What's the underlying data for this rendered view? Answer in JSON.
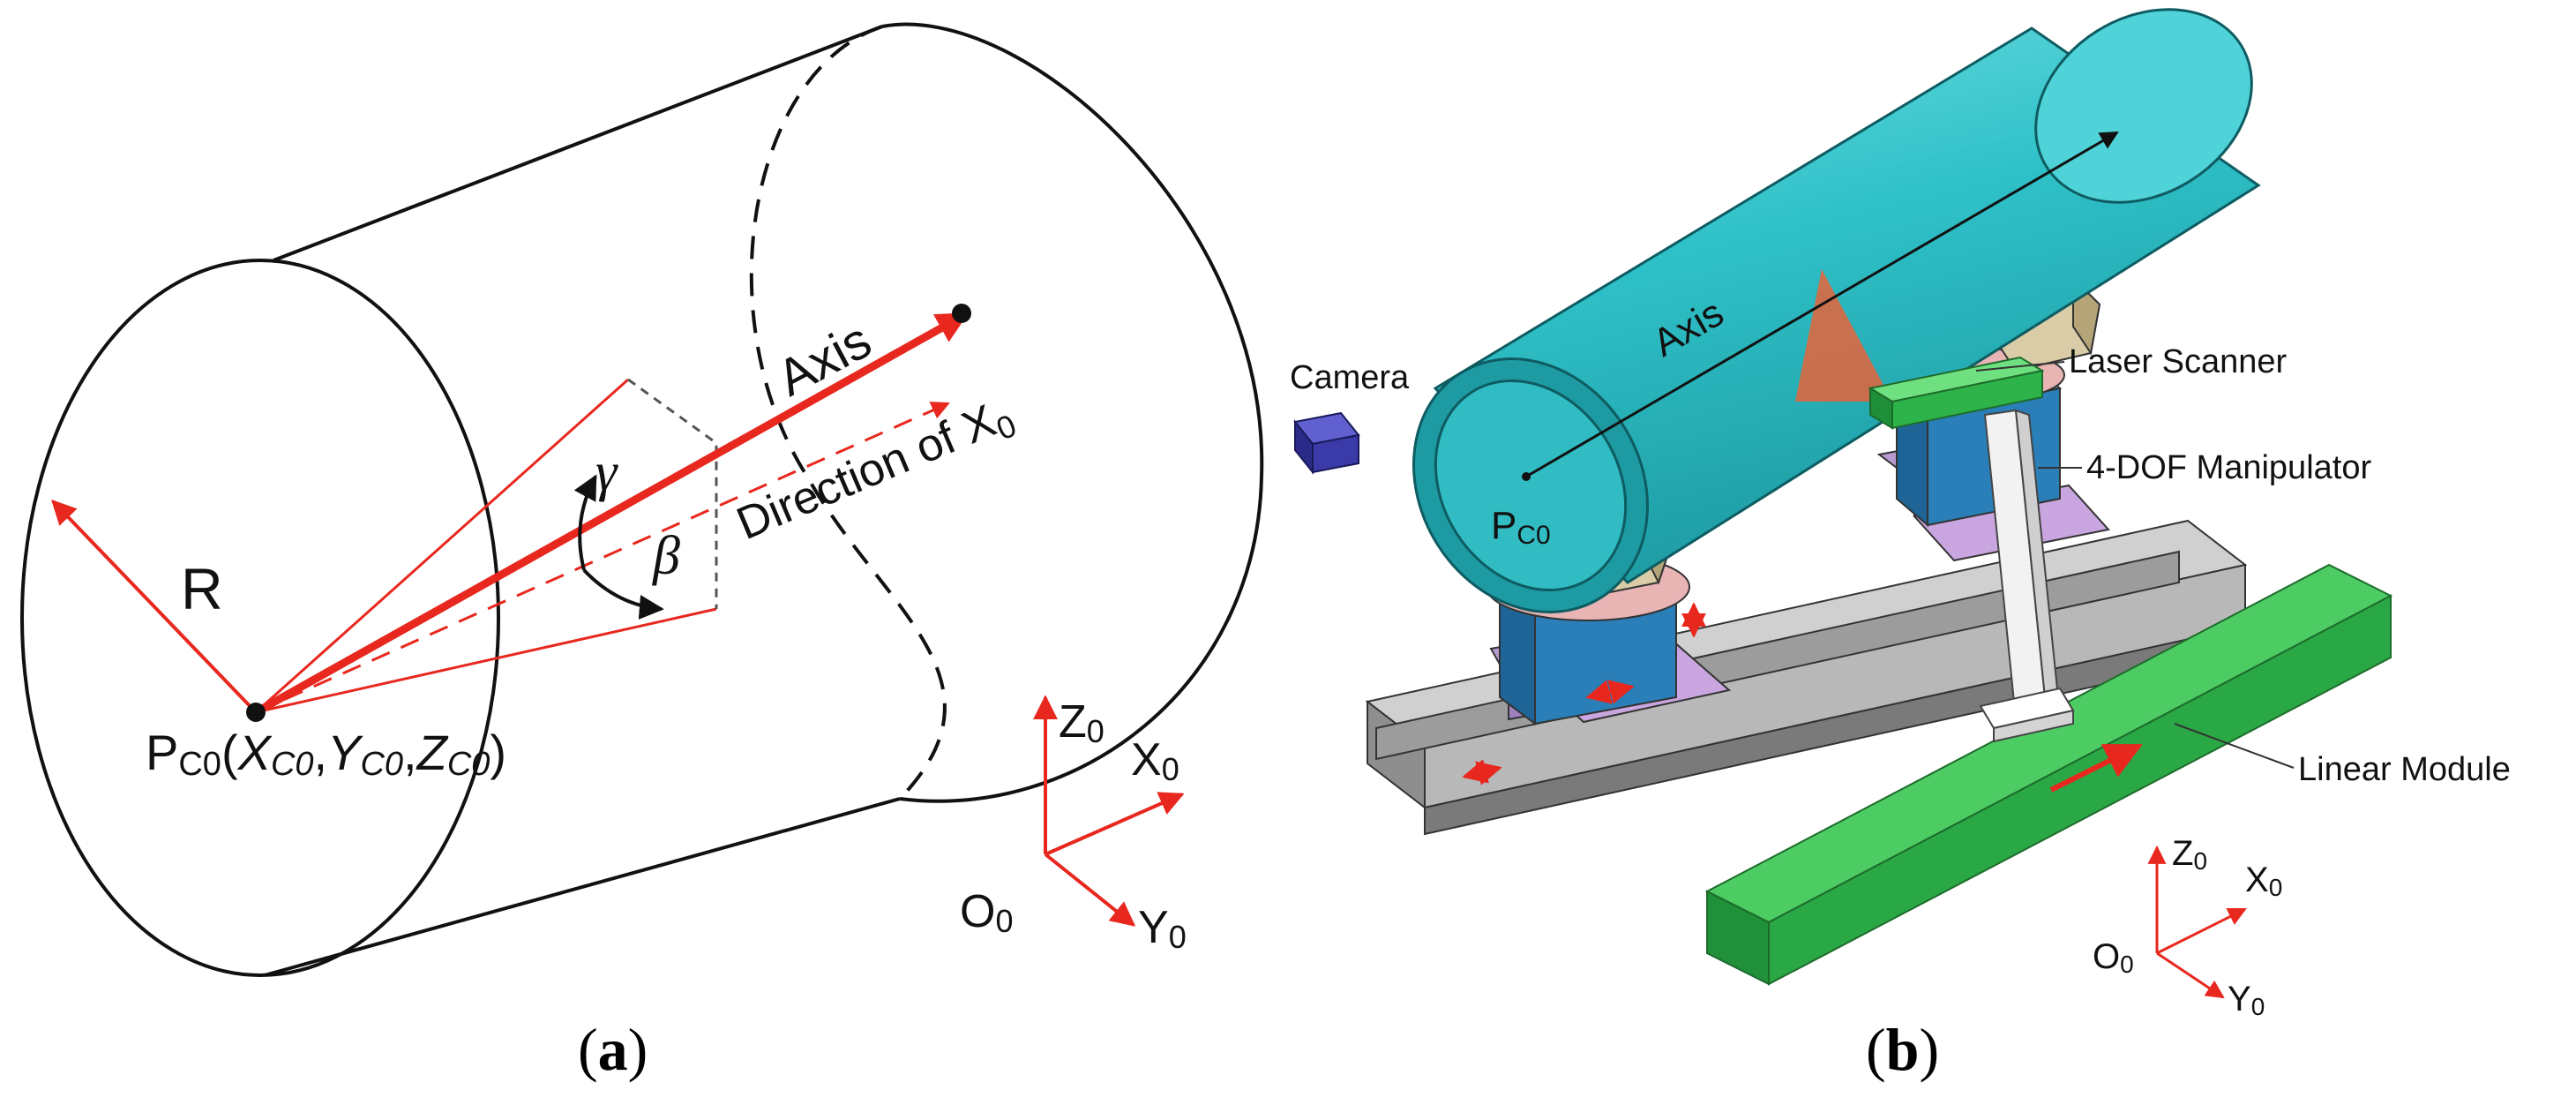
{
  "panel_a": {
    "caption_open": "(",
    "caption_letter": "a",
    "caption_close": ")",
    "label_radius": "R",
    "label_axis": "Axis",
    "label_direction": "Direction of X",
    "label_direction_sub": "0",
    "label_gamma": "γ",
    "label_beta": "β",
    "point": {
      "name": "P",
      "name_sub": "C0",
      "open": "(",
      "x": "X",
      "x_sub": "C0",
      "comma1": ",",
      "y": "Y",
      "y_sub": "C0",
      "comma2": ",",
      "z": "Z",
      "z_sub": "C0",
      "close": ")"
    },
    "frame": {
      "z": "Z",
      "x": "X",
      "y": "Y",
      "o": "O",
      "sub": "0"
    }
  },
  "panel_b": {
    "caption_open": "(",
    "caption_letter": "b",
    "caption_close": ")",
    "label_camera": "Camera",
    "label_axis": "Axis",
    "label_point": "P",
    "label_point_sub": "C0",
    "label_laser_scanner": "Laser Scanner",
    "label_manipulator": "4-DOF Manipulator",
    "label_linear_module": "Linear Module",
    "frame": {
      "z": "Z",
      "x": "X",
      "y": "Y",
      "o": "O",
      "sub": "0"
    }
  },
  "colors": {
    "red": "#e8281e",
    "pipe_cyan": "#2ec2c8",
    "green": "#2db34a",
    "rail_gray": "#a9a9a9",
    "base_blue": "#2a7fb8",
    "purple": "#c49ad6",
    "pink": "#e8b4b4",
    "bracket_khaki": "#c2b38a"
  }
}
